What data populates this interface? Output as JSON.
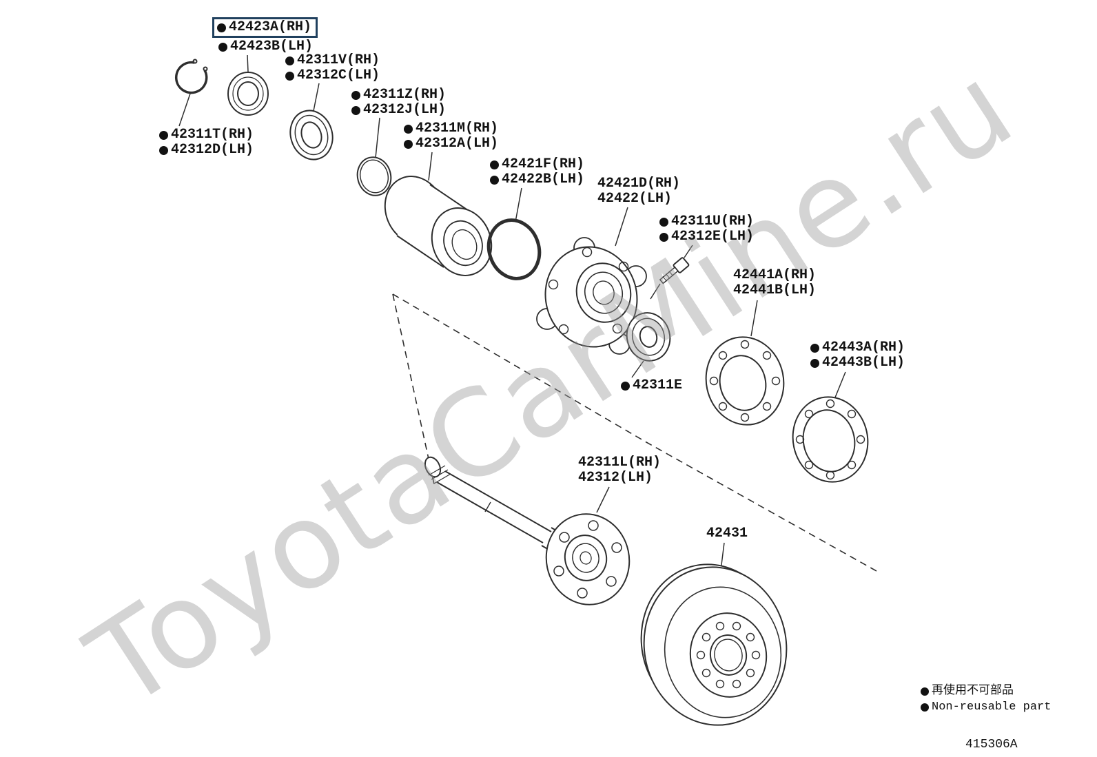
{
  "watermark": "ToyotaCarMine.ru",
  "figure_code": "415306A",
  "colors": {
    "highlight_box": "#20405e",
    "line_color": "#2e2e2e",
    "text_color": "#121212"
  },
  "legend": {
    "jp": "再使用不可部品",
    "en": "Non-reusable part"
  },
  "parts": {
    "p42423": {
      "rh": "42423A(RH)",
      "lh": "42423B(LH)"
    },
    "p42311v": {
      "rh": "42311V(RH)",
      "lh": "42312C(LH)"
    },
    "p42311z": {
      "rh": "42311Z(RH)",
      "lh": "42312J(LH)"
    },
    "p42311t": {
      "rh": "42311T(RH)",
      "lh": "42312D(LH)"
    },
    "p42311m": {
      "rh": "42311M(RH)",
      "lh": "42312A(LH)"
    },
    "p42421f": {
      "rh": "42421F(RH)",
      "lh": "42422B(LH)"
    },
    "p42421d": {
      "rh": "42421D(RH)",
      "lh": "42422(LH)"
    },
    "p42311u": {
      "rh": "42311U(RH)",
      "lh": "42312E(LH)"
    },
    "p42441": {
      "rh": "42441A(RH)",
      "lh": "42441B(LH)"
    },
    "p42443": {
      "rh": "42443A(RH)",
      "lh": "42443B(LH)"
    },
    "p42311e": {
      "code": "42311E"
    },
    "p42311l": {
      "rh": "42311L(RH)",
      "lh": "42312(LH)"
    },
    "p42431": {
      "code": "42431"
    }
  }
}
